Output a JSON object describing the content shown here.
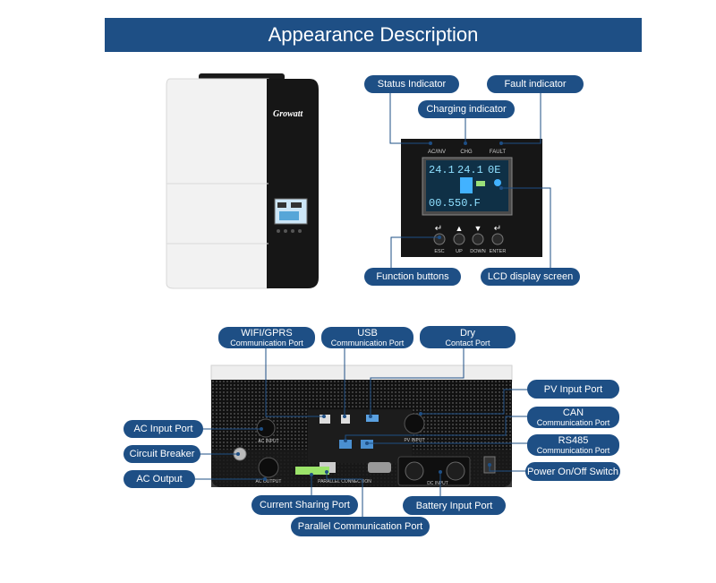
{
  "title": "Appearance Description",
  "device": {
    "brand": "Growatt"
  },
  "panel": {
    "leds": [
      "AC/INV",
      "CHG",
      "FAULT"
    ],
    "lcd_readouts": [
      "24.1",
      "24.1",
      "0E",
      "00.5",
      "50.F"
    ],
    "buttons": [
      "ESC",
      "UP",
      "DOWN",
      "ENTER"
    ]
  },
  "callouts": {
    "status": "Status Indicator",
    "charging": "Charging indicator",
    "fault": "Fault indicator",
    "function_buttons": "Function buttons",
    "lcd": "LCD display screen",
    "wifi_main": "WIFI/GPRS",
    "wifi_sub": "Communication Port",
    "usb_main": "USB",
    "usb_sub": "Communication Port",
    "dry_main": "Dry",
    "dry_sub": "Contact Port",
    "pv": "PV Input Port",
    "can_main": "CAN",
    "can_sub": "Communication Port",
    "rs485_main": "RS485",
    "rs485_sub": "Communication Port",
    "power": "Power On/Off Switch",
    "ac_in": "AC Input Port",
    "breaker": "Circuit Breaker",
    "ac_out": "AC Output",
    "current_sharing": "Current Sharing Port",
    "battery": "Battery Input Port",
    "parallel": "Parallel Communication Port"
  },
  "bottom_labels": {
    "ac_input": "AC INPUT",
    "pv_input": "PV INPUT",
    "ac_output": "AC OUTPUT",
    "dc_input": "DC INPUT",
    "parallel": "PARALLEL CONNECTION"
  }
}
